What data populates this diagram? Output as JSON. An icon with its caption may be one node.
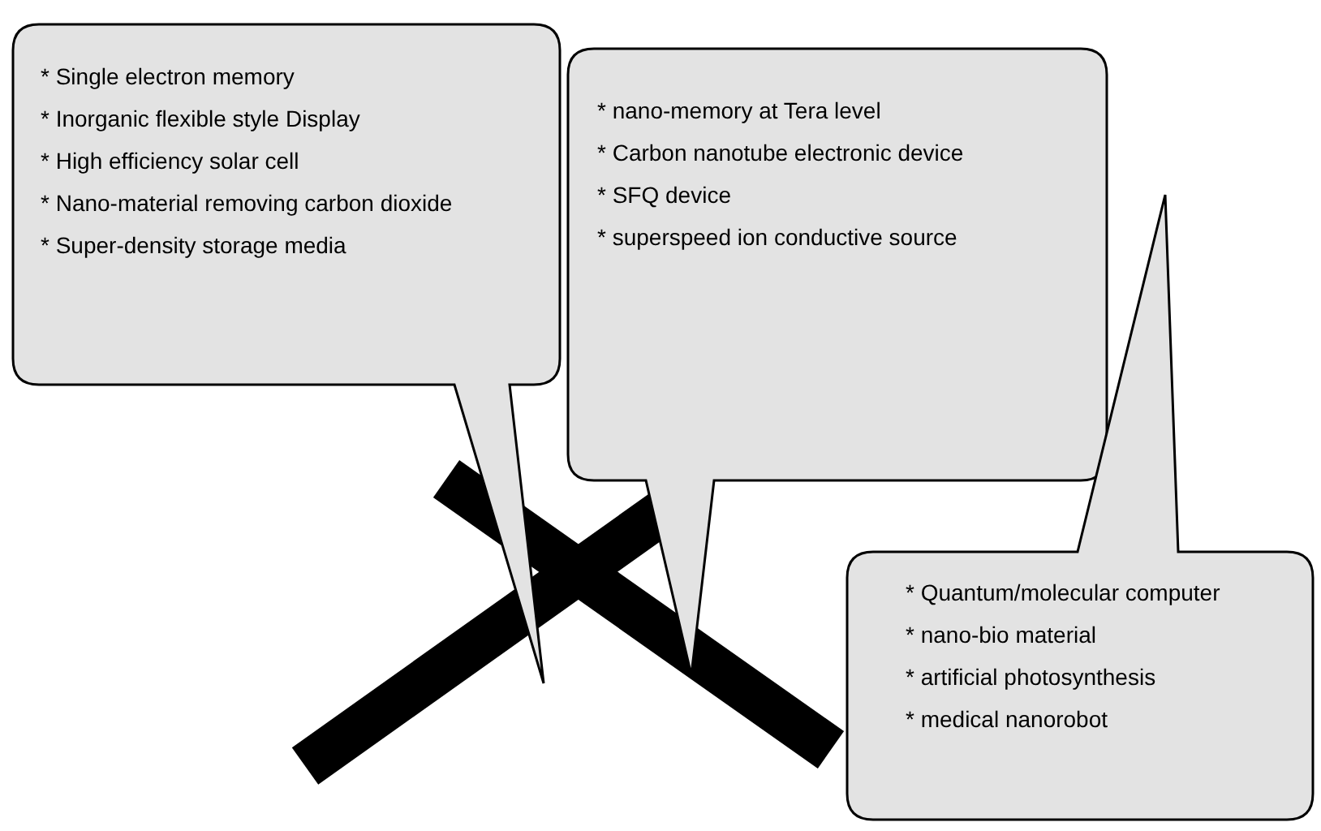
{
  "diagram": {
    "nodes": [
      {
        "text": [
          "* Single electron memory",
          "* Inorganic flexible style Display",
          "* High efficiency solar cell",
          "* Nano-material removing carbon dioxide",
          "* Super-density storage media"
        ]
      },
      {
        "text": [
          "* nano-memory at Tera level",
          "* Carbon nanotube electronic device",
          "* SFQ device",
          "* superspeed ion conductive source"
        ]
      },
      {
        "text": [
          "* Quantum/molecular computer",
          "* nano-bio material",
          "* artificial photosynthesis",
          "* medical nanorobot"
        ]
      }
    ]
  }
}
